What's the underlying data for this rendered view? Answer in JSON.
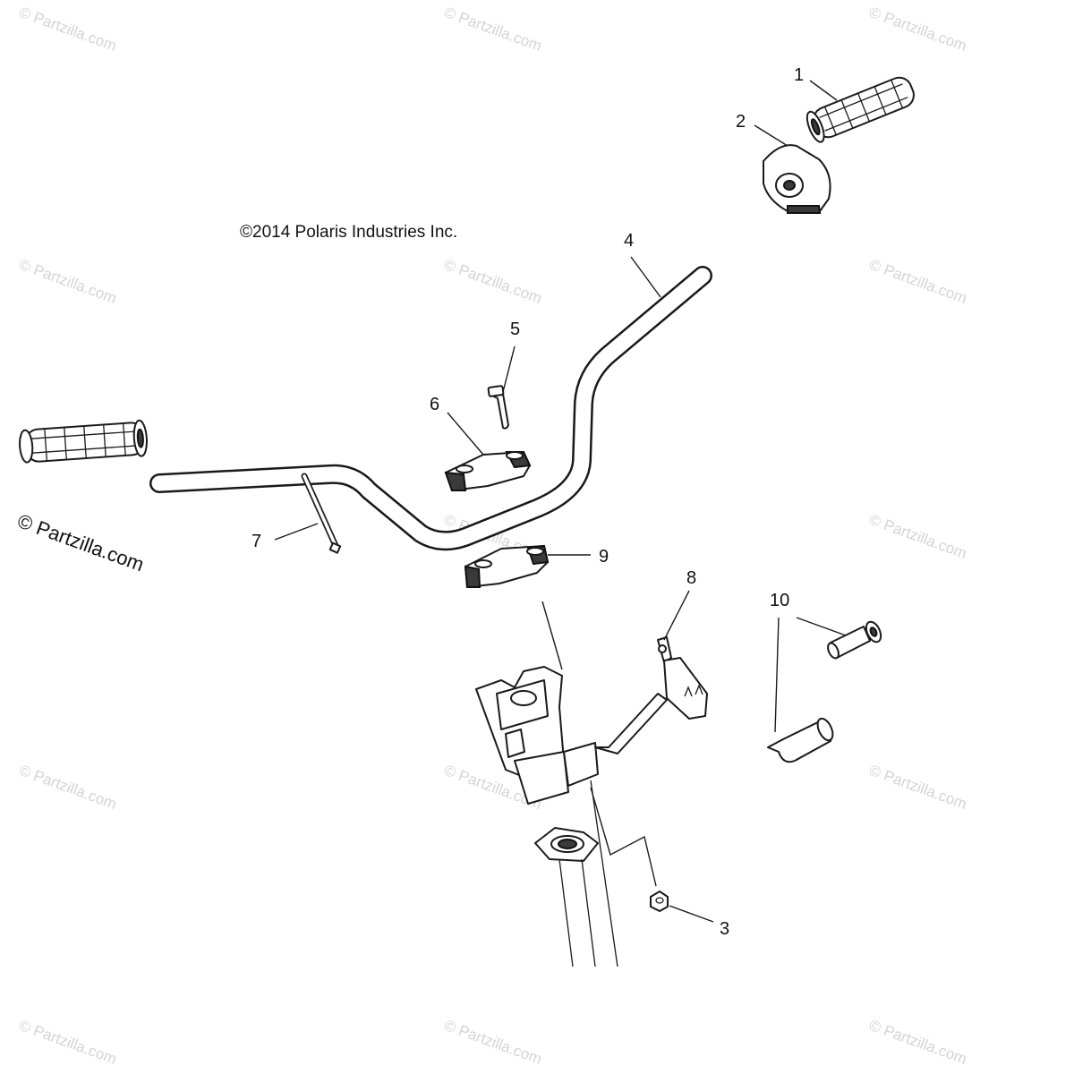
{
  "copyright": "©2014 Polaris Industries Inc.",
  "brand_mark": "© Partzilla.com",
  "watermark_text": "© Partzilla.com",
  "callouts": [
    {
      "id": "1",
      "label": "1"
    },
    {
      "id": "2",
      "label": "2"
    },
    {
      "id": "3",
      "label": "3"
    },
    {
      "id": "4",
      "label": "4"
    },
    {
      "id": "5",
      "label": "5"
    },
    {
      "id": "6",
      "label": "6"
    },
    {
      "id": "7",
      "label": "7"
    },
    {
      "id": "8",
      "label": "8"
    },
    {
      "id": "9",
      "label": "9"
    },
    {
      "id": "10",
      "label": "10"
    }
  ]
}
